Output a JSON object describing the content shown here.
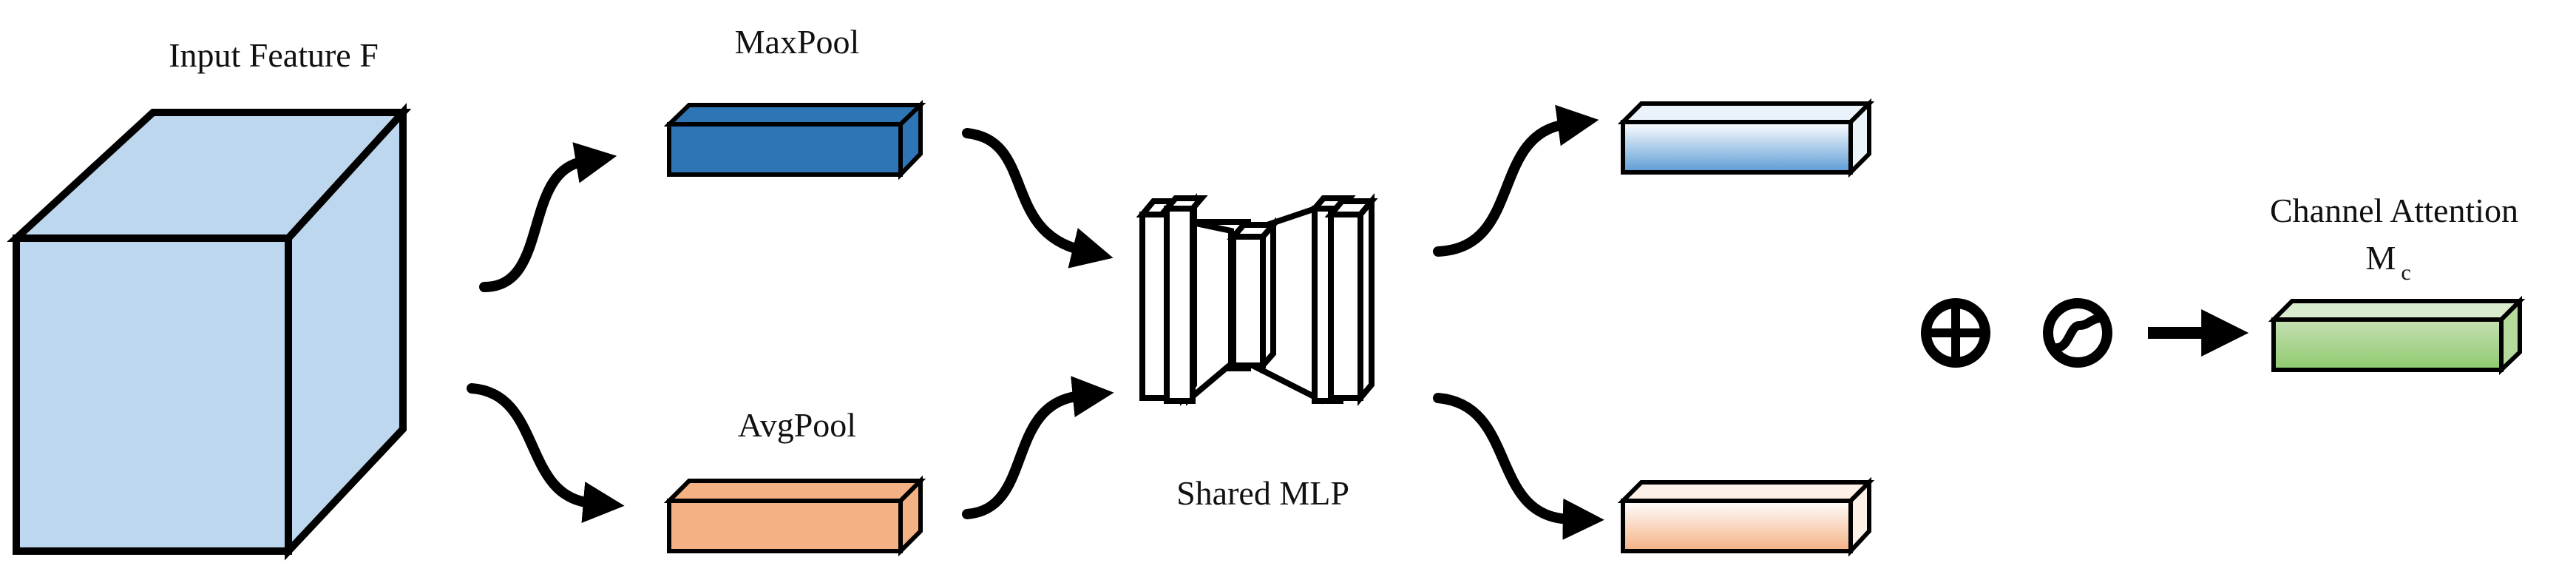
{
  "labels": {
    "input_feature": "Input Feature F",
    "maxpool": "MaxPool",
    "avgpool": "AvgPool",
    "shared_mlp": "Shared MLP",
    "channel_attention": "Channel Attention",
    "mc_main": "M",
    "mc_sub": "c"
  },
  "colors": {
    "cube_fill": "#bdd7ee",
    "maxpool_fill": "#2e75b6",
    "avgpool_fill": "#f4b183",
    "out_blue_top": "#ffffff",
    "out_blue_bottom": "#5b9bd5",
    "out_orange_top": "#ffffff",
    "out_orange_bottom": "#f4b183",
    "out_green_top": "#c5e0b4",
    "out_green_bottom": "#8fca6e",
    "stroke": "#000000"
  },
  "icons": {
    "sum": "circle-plus-icon",
    "sigmoid": "sigmoid-icon"
  }
}
